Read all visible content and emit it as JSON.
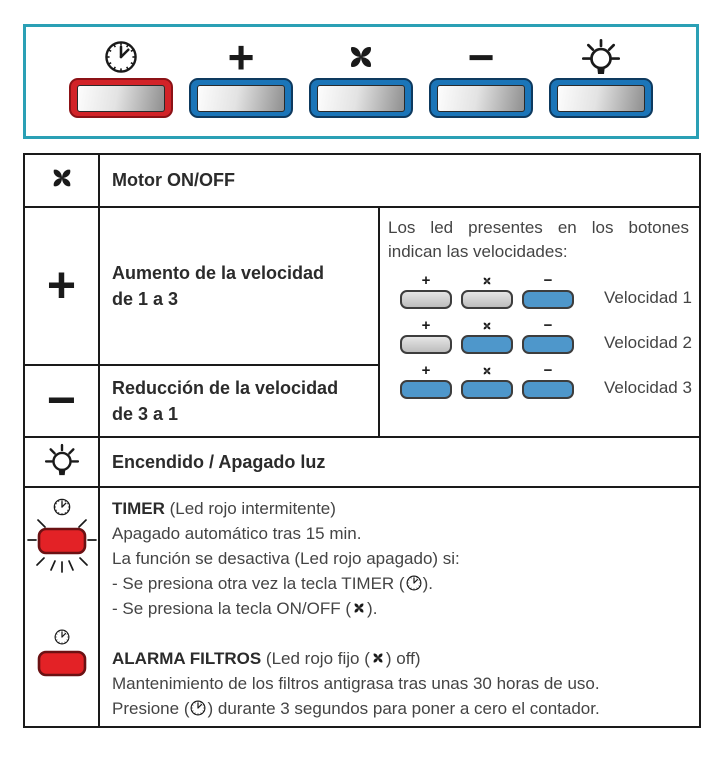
{
  "panel": {
    "plus_symbol": "+",
    "minus_symbol": "−"
  },
  "table": {
    "motor": {
      "label": "Motor ON/OFF"
    },
    "increase": {
      "symbol": "+",
      "label": "Aumento de la velocidad de 1 a 3",
      "line1": "Aumento de la velocidad",
      "line2": "de 1 a 3"
    },
    "decrease": {
      "symbol": "−",
      "label": "Reducción de la velocidad de 3 a 1",
      "line1": "Reducción de la velocidad",
      "line2": "de 3 a 1"
    },
    "light": {
      "label": "Encendido / Apagado luz"
    },
    "led_info": {
      "intro": "Los led presentes en los botones indican las velocidades:",
      "plus_symbol": "+",
      "minus_symbol": "−",
      "rows": [
        {
          "label": "Velocidad 1",
          "plus": "off",
          "fan": "off",
          "minus": "on"
        },
        {
          "label": "Velocidad 2",
          "plus": "off",
          "fan": "on",
          "minus": "on"
        },
        {
          "label": "Velocidad 3",
          "plus": "on",
          "fan": "on",
          "minus": "on"
        }
      ]
    },
    "timer": {
      "title_bold": "TIMER",
      "title_rest": " (Led rojo intermitente)",
      "line_auto_off": "Apagado automático tras 15 min.",
      "line_deactivate": "La función se desactiva (Led rojo apagado) si:",
      "bullet_timer_pre": "- Se presiona otra vez la tecla TIMER (",
      "bullet_timer_post": ").",
      "bullet_onoff_pre": "- Se presiona la tecla ON/OFF (",
      "bullet_onoff_post": ")."
    },
    "alarm": {
      "title_bold": "ALARMA FILTROS",
      "title_pre": " (Led rojo fijo (",
      "title_post": ") off)",
      "line_maintenance": "Mantenimiento de los filtros antigrasa tras unas 30 horas de uso.",
      "line_press_pre": "Presione (",
      "line_press_post": ") durante 3 segundos para poner a cero el contador."
    }
  },
  "colors": {
    "panel_border_teal": "#2AA0B5",
    "button_blue": "#1B75B8",
    "button_blue_outline": "#0E3A5F",
    "button_red": "#D22328",
    "button_red_outline": "#8C1216",
    "led_on_blue": "#4E97CB",
    "led_red": "#E32226",
    "table_border": "#1a1a1a"
  }
}
